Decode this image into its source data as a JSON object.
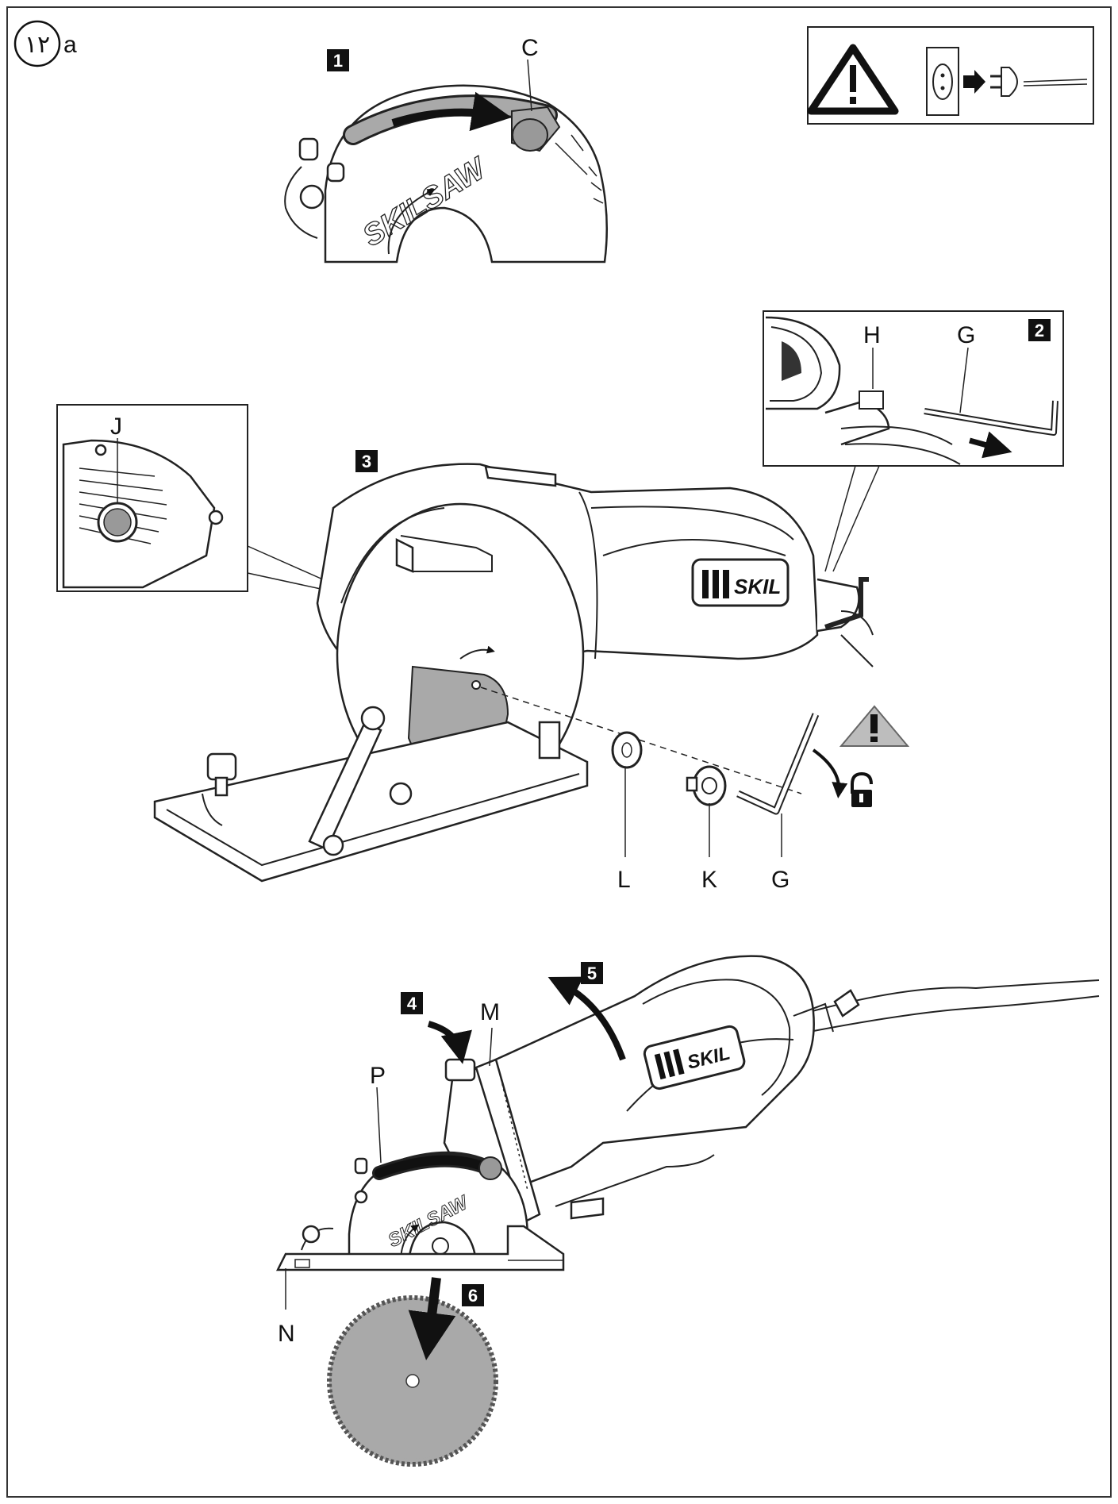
{
  "figure": {
    "tag_number": "١٢",
    "tag_suffix": "a"
  },
  "steps": {
    "s1": "1",
    "s2": "2",
    "s3": "3",
    "s4": "4",
    "s5": "5",
    "s6": "6"
  },
  "parts": {
    "C": "C",
    "H": "H",
    "G_top": "G",
    "J": "J",
    "L": "L",
    "K": "K",
    "G_bottom": "G",
    "M": "M",
    "P": "P",
    "N": "N"
  },
  "brand": {
    "guard_text": "SKILSAW",
    "logo_text": "SKIL"
  },
  "icons": {
    "warning": "warning-triangle-icon",
    "unplug": "unplug-icon",
    "unlock": "unlock-icon",
    "caution": "caution-triangle-icon"
  },
  "colors": {
    "stroke": "#222222",
    "blade_fill": "#a9a9a9",
    "caution_fill": "#bdbdbd"
  }
}
